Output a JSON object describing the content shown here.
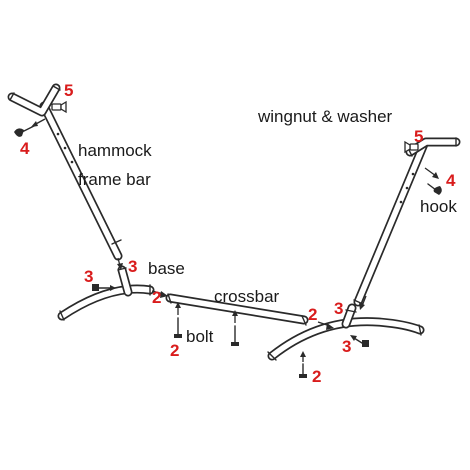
{
  "labels": {
    "hammock": "hammock",
    "frame_bar": "frame bar",
    "wingnut_washer": "wingnut & washer",
    "hook": "hook",
    "base": "base",
    "crossbar": "crossbar",
    "bolt": "bolt"
  },
  "callouts": {
    "left_top_wingnut": "5",
    "left_top_hook": "4",
    "left_base_bolt": "3",
    "left_base_joint": "3",
    "left_base_end": "2",
    "crossbar_left_bolt": "2",
    "crossbar_right_end": "2",
    "right_top_wingnut": "5",
    "right_top_hook": "4",
    "right_base_joint": "3",
    "right_base_bolt": "3",
    "right_base_lower_bolt": "2"
  },
  "colors": {
    "line": "#2a2a2a",
    "callout": "#d91c1c",
    "text": "#1a1a1a",
    "background": "#ffffff"
  }
}
